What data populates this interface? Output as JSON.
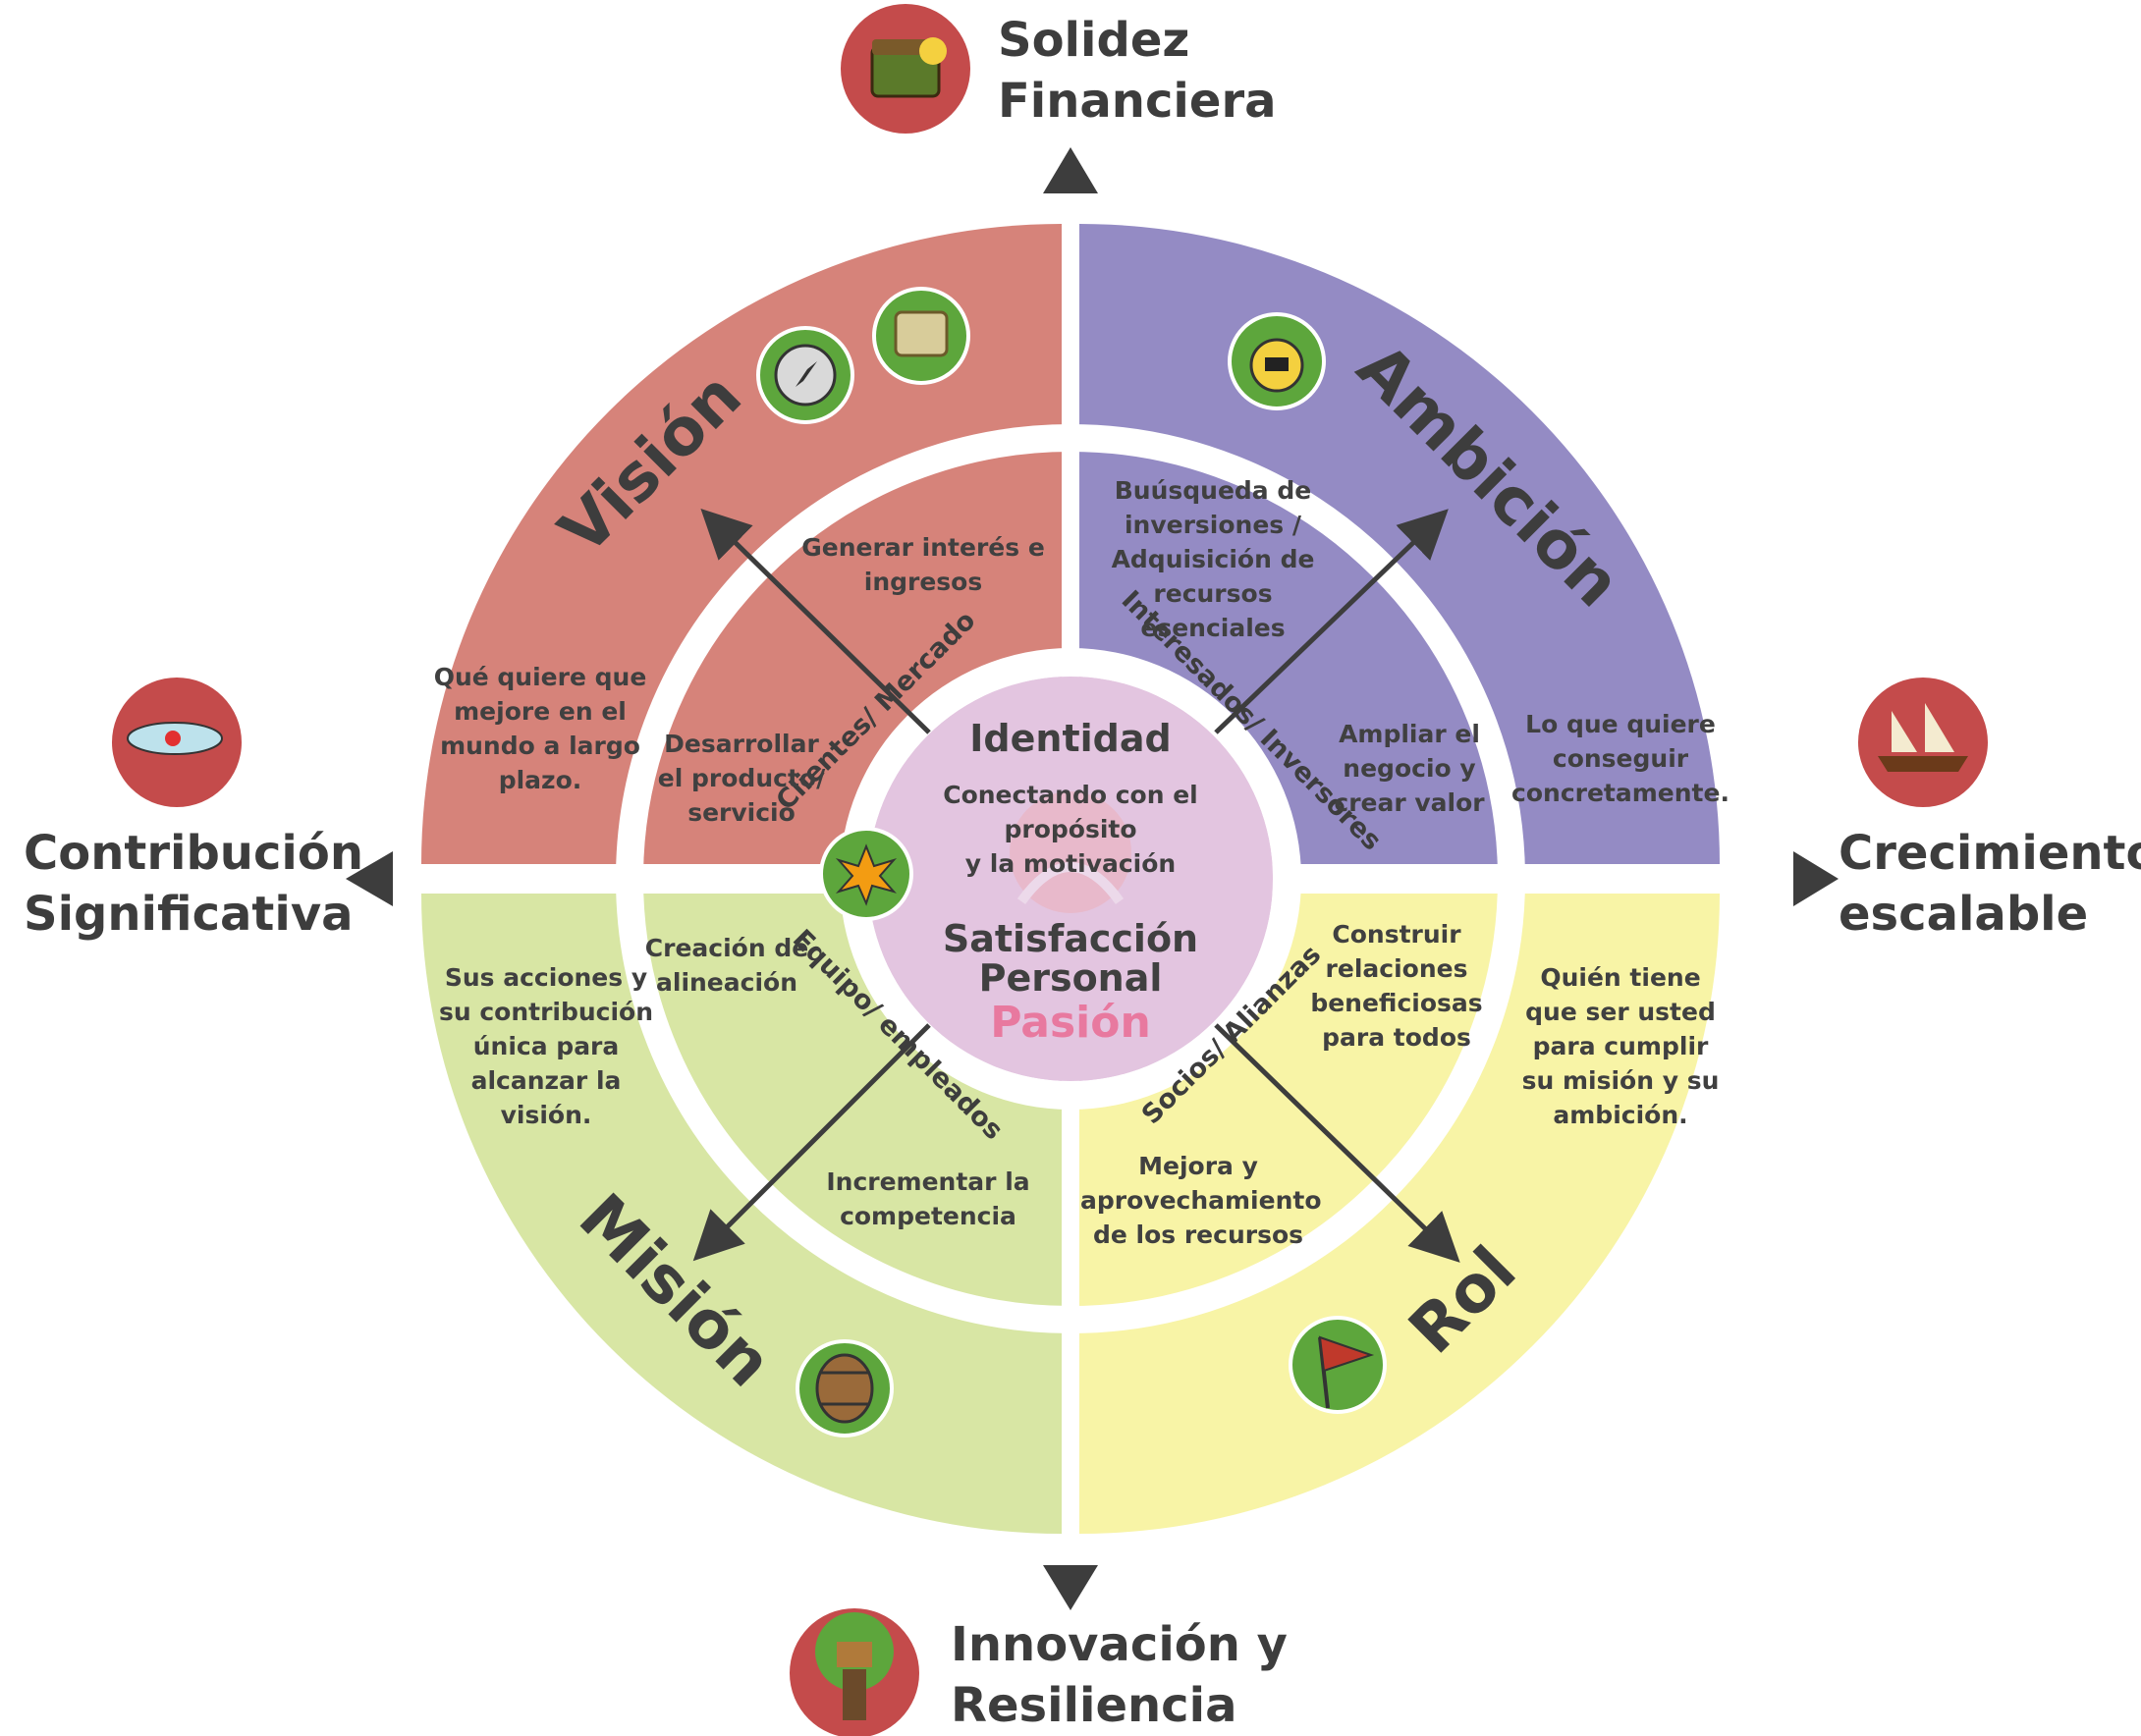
{
  "colors": {
    "vision": "#d6837a",
    "ambition": "#948bc4",
    "mission": "#d8e6a4",
    "role": "#f8f4a6",
    "center": "#e3c5e0",
    "icon_red": "#c44b4b",
    "icon_green": "#5da63c",
    "text": "#3d3d3d",
    "passion": "#e8799f"
  },
  "directions": {
    "top": {
      "line1": "Solidez",
      "line2": "Financiera",
      "icon": "treasure-chest-icon"
    },
    "bottom": {
      "line1": "Innovación y",
      "line2": "Resiliencia",
      "icon": "treehouse-icon"
    },
    "left": {
      "line1": "Contribución",
      "line2": "Significativa",
      "icon": "seaplane-icon"
    },
    "right": {
      "line1": "Crecimiento",
      "line2": "escalable",
      "icon": "sailing-ships-icon"
    }
  },
  "quadrants": {
    "vision": {
      "title": "Visión",
      "outer_desc": [
        "Qué quiere que",
        "mejore en el",
        "mundo a largo",
        "plazo."
      ],
      "icons": [
        "compass-icon",
        "treasure-map-icon"
      ]
    },
    "ambition": {
      "title": "Ambición",
      "outer_desc": [
        "Lo que quiere",
        "conseguir",
        "concretamente."
      ],
      "icons": [
        "stopwatch-icon"
      ]
    },
    "mission": {
      "title": "Misión",
      "outer_desc": [
        "Sus acciones y",
        "su contribución",
        "única para",
        "alcanzar la",
        "visión."
      ],
      "icons": [
        "barrel-icon"
      ]
    },
    "role": {
      "title": "Rol",
      "outer_desc": [
        "Quién tiene",
        "que ser usted",
        "para cumplir",
        "su misión y su",
        "ambición."
      ],
      "icons": [
        "red-flag-icon"
      ]
    }
  },
  "stakeholders": {
    "clients": "Clientes/ Mercado",
    "investors": "Interesados/ Inversores",
    "team": "Equipo/ empleados",
    "partners": "Socios/ Alianzas"
  },
  "inner_texts": {
    "generate_interest": [
      "Generar interés e",
      "ingresos"
    ],
    "develop_product": [
      "Desarrollar",
      "el producto/",
      "servicio"
    ],
    "investment_search": [
      "Buúsqueda de",
      "inversiones /",
      "Adquisición de",
      "recursos esenciales"
    ],
    "expand_business": [
      "Ampliar el",
      "negocio y",
      "crear valor"
    ],
    "alignment": [
      "Creación de",
      "alineación"
    ],
    "competence": [
      "Incrementar la",
      "competencia"
    ],
    "relationships": [
      "Construir",
      "relaciones",
      "beneficiosas",
      "para todos"
    ],
    "resources": [
      "Mejora y",
      "aprovechamiento",
      "de los recursos"
    ]
  },
  "center": {
    "title": "Identidad",
    "subtitle": [
      "Conectando con el",
      "propósito",
      "y la motivación"
    ],
    "satisfaction": [
      "Satisfacción",
      "Personal"
    ],
    "passion": "Pasión",
    "icon": "explosion-icon"
  }
}
